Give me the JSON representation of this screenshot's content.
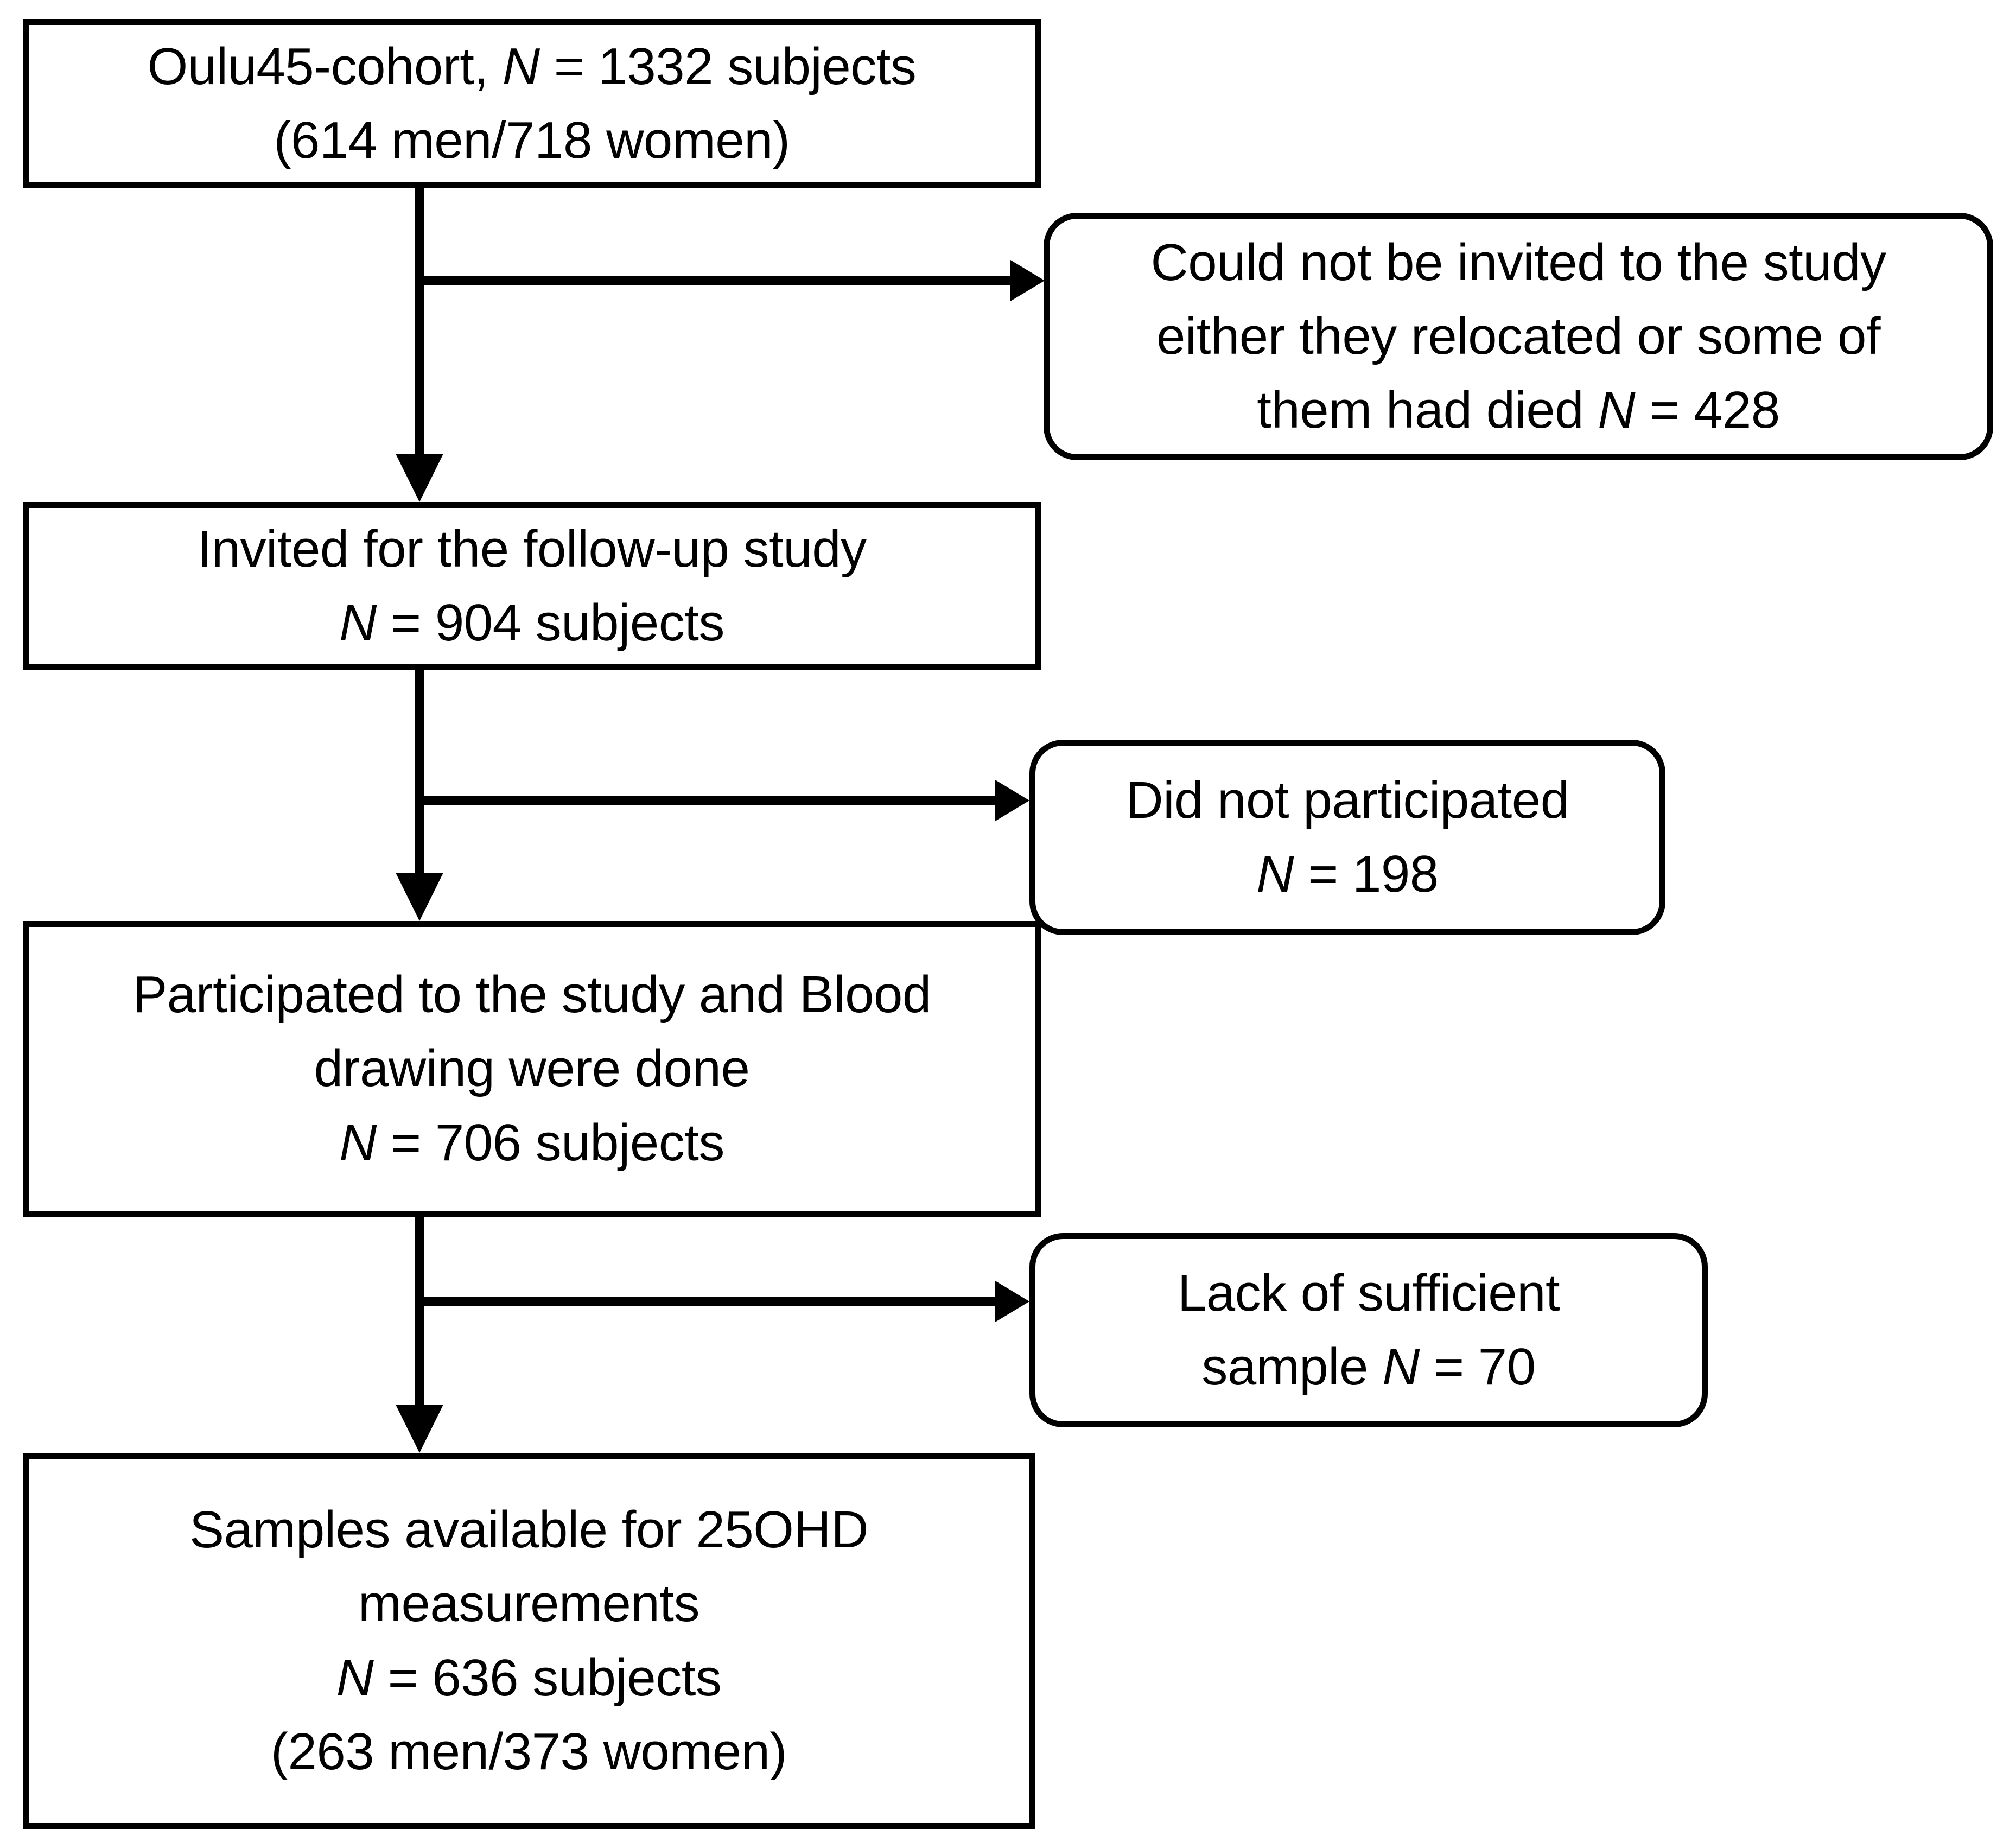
{
  "diagram": {
    "type": "flowchart",
    "title": "Study participant flow diagram",
    "orientation": "vertical-with-right-exclusions",
    "colors": {
      "stroke": "#000000",
      "fill": "#ffffff",
      "text": "#000000"
    },
    "main_nodes": [
      {
        "id": "cohort",
        "shape": "rectangle",
        "lines": [
          {
            "pre": "Oulu45-cohort, ",
            "italic": "N",
            "post": " = 1332 subjects"
          },
          {
            "pre": "(614 men/718 women)",
            "italic": "",
            "post": ""
          }
        ],
        "n": 1332,
        "men": 614,
        "women": 718
      },
      {
        "id": "invited",
        "shape": "rectangle",
        "lines": [
          {
            "pre": "Invited for the follow-up study",
            "italic": "",
            "post": ""
          },
          {
            "pre": "",
            "italic": "N",
            "post": " = 904 subjects"
          }
        ],
        "n": 904
      },
      {
        "id": "participated",
        "shape": "rectangle",
        "lines": [
          {
            "pre": "Participated to the study and Blood",
            "italic": "",
            "post": ""
          },
          {
            "pre": "drawing were done",
            "italic": "",
            "post": ""
          },
          {
            "pre": "",
            "italic": "N",
            "post": " = 706 subjects"
          }
        ],
        "n": 706
      },
      {
        "id": "samples",
        "shape": "rectangle",
        "lines": [
          {
            "pre": "Samples available for 25OHD",
            "italic": "",
            "post": ""
          },
          {
            "pre": "measurements",
            "italic": "",
            "post": ""
          },
          {
            "pre": "",
            "italic": "N",
            "post": " = 636 subjects"
          },
          {
            "pre": "(263 men/373 women)",
            "italic": "",
            "post": ""
          }
        ],
        "n": 636,
        "men": 263,
        "women": 373
      }
    ],
    "exclusion_nodes": [
      {
        "id": "not-invited",
        "shape": "rounded-rectangle",
        "lines": [
          {
            "pre": "Could not be invited to the study",
            "italic": "",
            "post": ""
          },
          {
            "pre": "either they relocated or some of",
            "italic": "",
            "post": ""
          },
          {
            "pre": "them had died ",
            "italic": "N",
            "post": " = 428"
          }
        ],
        "n": 428
      },
      {
        "id": "not-participated",
        "shape": "rounded-rectangle",
        "lines": [
          {
            "pre": "Did not participated",
            "italic": "",
            "post": ""
          },
          {
            "pre": "",
            "italic": "N",
            "post": " = 198"
          }
        ],
        "n": 198
      },
      {
        "id": "lack-sample",
        "shape": "rounded-rectangle",
        "lines": [
          {
            "pre": "Lack of sufficient",
            "italic": "",
            "post": ""
          },
          {
            "pre": "sample ",
            "italic": "N",
            "post": " = 70"
          }
        ],
        "n": 70
      }
    ],
    "connectors": [
      {
        "id": "cohort-to-invited",
        "kind": "arrow-down",
        "from": "cohort",
        "to": "invited"
      },
      {
        "id": "cohort-to-not-invited",
        "kind": "arrow-right",
        "from": "cohort",
        "to": "not-invited"
      },
      {
        "id": "invited-to-participated",
        "kind": "arrow-down",
        "from": "invited",
        "to": "participated"
      },
      {
        "id": "invited-to-not-participated",
        "kind": "arrow-right",
        "from": "invited",
        "to": "not-participated"
      },
      {
        "id": "participated-to-samples",
        "kind": "arrow-down",
        "from": "participated",
        "to": "samples"
      },
      {
        "id": "participated-to-lack-sample",
        "kind": "arrow-right",
        "from": "participated",
        "to": "lack-sample"
      }
    ]
  }
}
